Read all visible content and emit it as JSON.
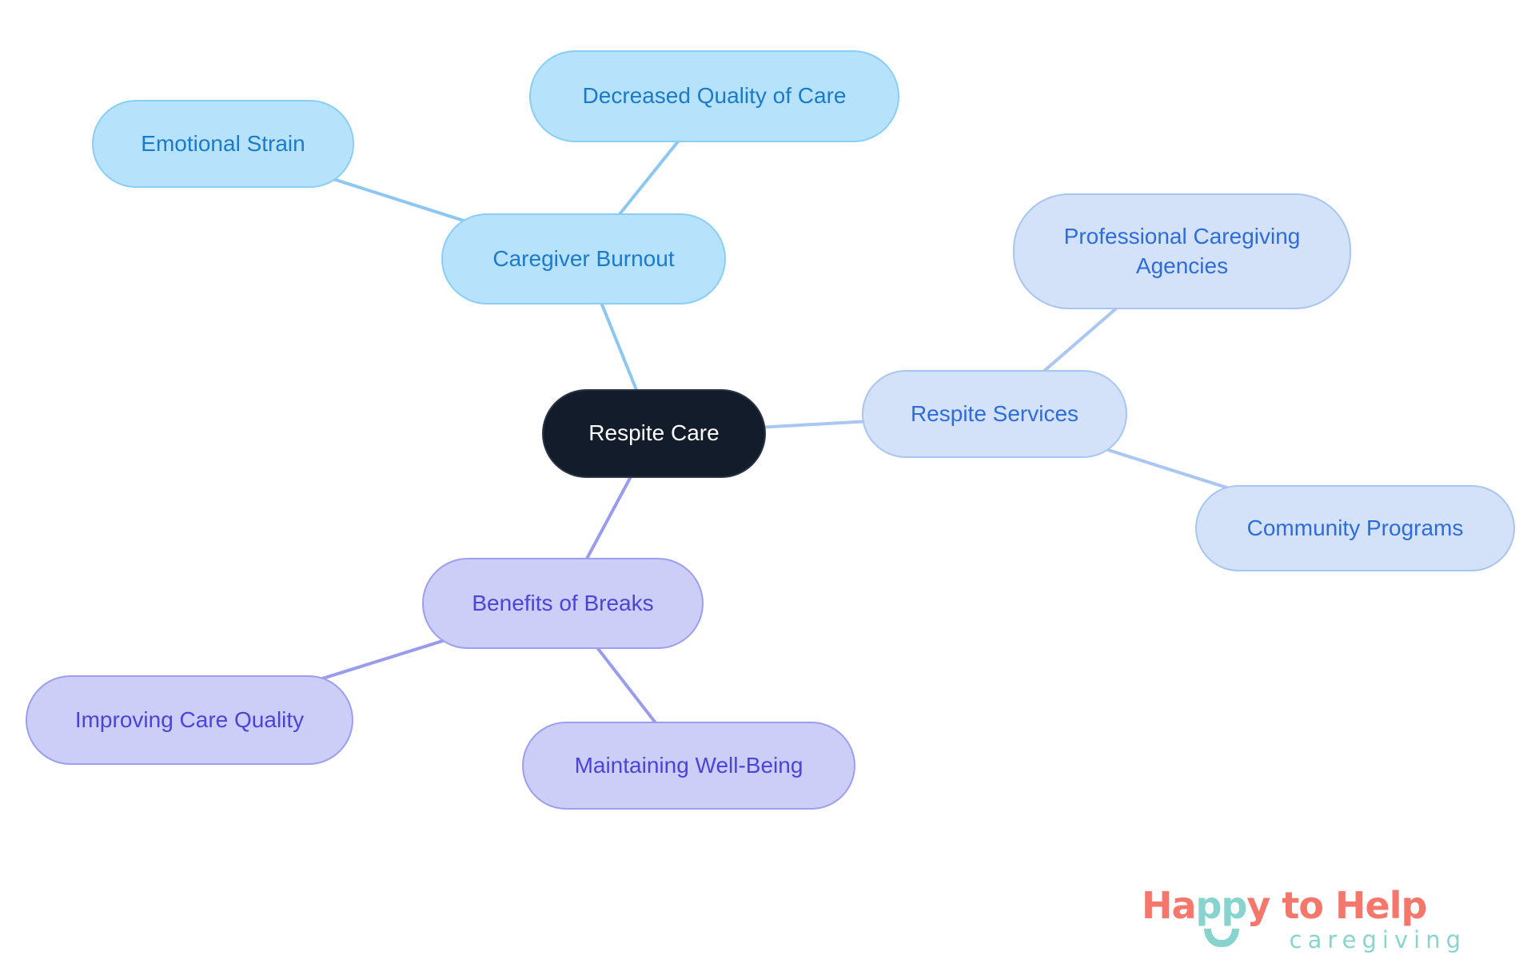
{
  "diagram": {
    "type": "mindmap",
    "background": "#ffffff",
    "central_color": "#131C2A",
    "branch_colors": {
      "blue_fill": "#B7E2FC",
      "blue_border": "#88CEF7",
      "blue_text": "#1A7ACC",
      "periwinkle_fill": "#D3E2F9",
      "periwinkle_border": "#A8C5F2",
      "periwinkle_text": "#2E6CD9",
      "purple_fill": "#CDCEF7",
      "purple_border": "#9C9EF0",
      "purple_text": "#4A44D8"
    },
    "nodes": [
      {
        "id": "central",
        "label": "Respite Care"
      },
      {
        "id": "caregiver-burnout",
        "label": "Caregiver Burnout"
      },
      {
        "id": "emotional-strain",
        "label": "Emotional Strain"
      },
      {
        "id": "decreased-quality",
        "label": "Decreased Quality of Care"
      },
      {
        "id": "respite-services",
        "label": "Respite Services"
      },
      {
        "id": "professional-agencies",
        "label": "Professional Caregiving Agencies"
      },
      {
        "id": "community-programs",
        "label": "Community Programs"
      },
      {
        "id": "benefits-breaks",
        "label": "Benefits of Breaks"
      },
      {
        "id": "improving-quality",
        "label": "Improving Care Quality"
      },
      {
        "id": "maintaining-wellbeing",
        "label": "Maintaining Well-Being"
      }
    ],
    "edges": [
      {
        "from": "central",
        "to": "caregiver-burnout",
        "color": "#8CC7F2"
      },
      {
        "from": "caregiver-burnout",
        "to": "emotional-strain",
        "color": "#8CC7F2"
      },
      {
        "from": "caregiver-burnout",
        "to": "decreased-quality",
        "color": "#8CC7F2"
      },
      {
        "from": "central",
        "to": "respite-services",
        "color": "#A9C7F2"
      },
      {
        "from": "respite-services",
        "to": "professional-agencies",
        "color": "#A9C7F2"
      },
      {
        "from": "respite-services",
        "to": "community-programs",
        "color": "#A9C7F2"
      },
      {
        "from": "central",
        "to": "benefits-breaks",
        "color": "#999BEC"
      },
      {
        "from": "benefits-breaks",
        "to": "improving-quality",
        "color": "#999BEC"
      },
      {
        "from": "benefits-breaks",
        "to": "maintaining-wellbeing",
        "color": "#999BEC"
      }
    ]
  },
  "logo": {
    "part1": "Ha",
    "part2": "pp",
    "part3": "y to Help",
    "subtitle": "caregiving",
    "coral": "#F4776C",
    "teal": "#87D3CD"
  }
}
